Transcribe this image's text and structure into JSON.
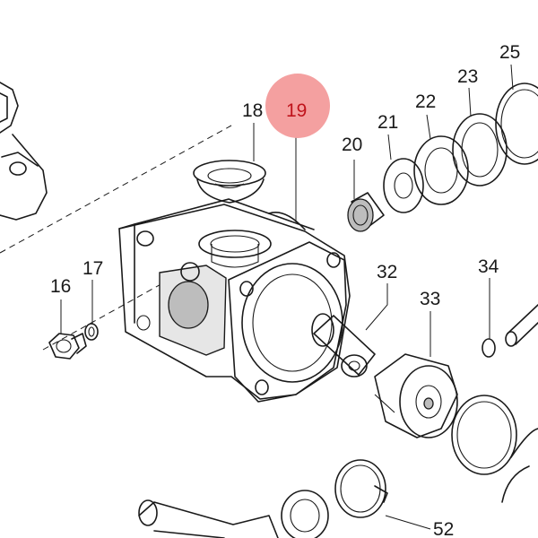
{
  "diagram": {
    "highlight_color": "#f4a0a0",
    "highlight_text_color": "#c0141c",
    "highlighted_part": "19",
    "labels": {
      "p16": "16",
      "p17": "17",
      "p18": "18",
      "p19": "19",
      "p20": "20",
      "p21": "21",
      "p22": "22",
      "p23": "23",
      "p25": "25",
      "p32": "32",
      "p33": "33",
      "p34": "34",
      "p52": "52"
    }
  }
}
